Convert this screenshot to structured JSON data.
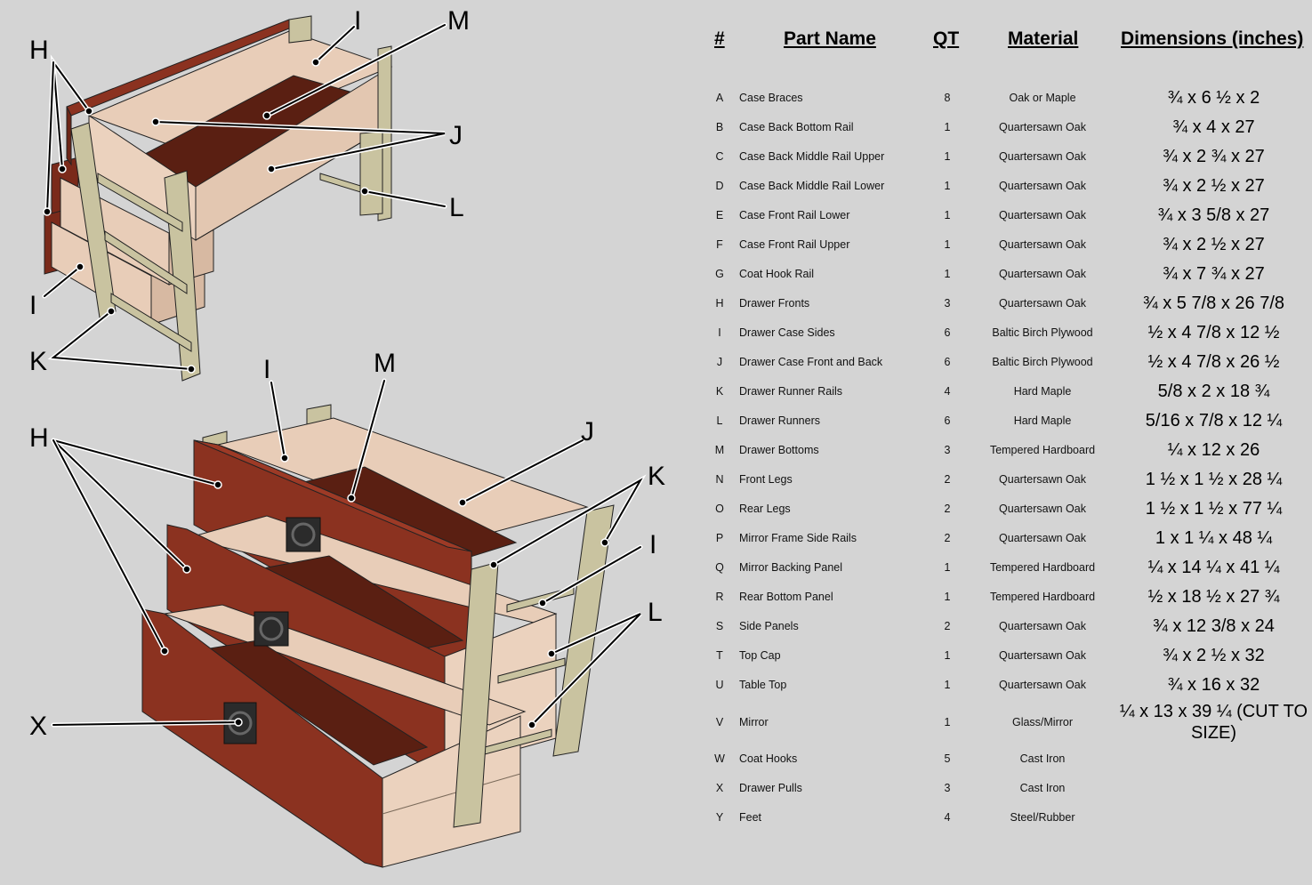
{
  "diagram": {
    "callouts": {
      "top_H": "H",
      "top_I1": "I",
      "top_M": "M",
      "top_J": "J",
      "top_L": "L",
      "top_I2": "I",
      "top_K": "K",
      "bot_H": "H",
      "bot_I1": "I",
      "bot_M": "M",
      "bot_J": "J",
      "bot_K": "K",
      "bot_I2": "I",
      "bot_L": "L",
      "bot_X": "X"
    },
    "colors": {
      "background": "#d4d4d4",
      "drawer_front": "#8b3220",
      "drawer_bottom": "#5a1f12",
      "birch_plywood": "#e8cdb8",
      "maple_rail": "#c9c3a0"
    }
  },
  "table": {
    "headers": {
      "id": "#",
      "name": "Part Name",
      "qt": "QT",
      "material": "Material",
      "dimensions": "Dimensions (inches)"
    },
    "rows": [
      {
        "id": "A",
        "name": "Case Braces",
        "qt": "8",
        "material": "Oak or Maple",
        "dim": "¾ x 6 ½ x 2"
      },
      {
        "id": "B",
        "name": "Case Back Bottom Rail",
        "qt": "1",
        "material": "Quartersawn Oak",
        "dim": "¾ x 4 x 27"
      },
      {
        "id": "C",
        "name": "Case Back Middle Rail Upper",
        "qt": "1",
        "material": "Quartersawn Oak",
        "dim": "¾ x 2 ¾ x 27"
      },
      {
        "id": "D",
        "name": "Case Back Middle Rail Lower",
        "qt": "1",
        "material": "Quartersawn Oak",
        "dim": "¾ x 2 ½ x 27"
      },
      {
        "id": "E",
        "name": "Case Front Rail Lower",
        "qt": "1",
        "material": "Quartersawn Oak",
        "dim": "¾ x 3 5/8 x 27"
      },
      {
        "id": "F",
        "name": "Case Front Rail Upper",
        "qt": "1",
        "material": "Quartersawn Oak",
        "dim": "¾ x 2 ½ x 27"
      },
      {
        "id": "G",
        "name": "Coat Hook Rail",
        "qt": "1",
        "material": "Quartersawn Oak",
        "dim": "¾ x 7 ¾ x 27"
      },
      {
        "id": "H",
        "name": "Drawer Fronts",
        "qt": "3",
        "material": "Quartersawn Oak",
        "dim": "¾ x 5 7/8 x 26 7/8"
      },
      {
        "id": "I",
        "name": "Drawer Case Sides",
        "qt": "6",
        "material": "Baltic Birch Plywood",
        "dim": "½ x 4 7/8 x 12 ½"
      },
      {
        "id": "J",
        "name": "Drawer Case Front and Back",
        "qt": "6",
        "material": "Baltic Birch Plywood",
        "dim": "½ x 4 7/8 x 26 ½"
      },
      {
        "id": "K",
        "name": "Drawer Runner Rails",
        "qt": "4",
        "material": "Hard Maple",
        "dim": "5/8 x 2 x 18 ¾"
      },
      {
        "id": "L",
        "name": "Drawer Runners",
        "qt": "6",
        "material": "Hard Maple",
        "dim": "5/16 x 7/8 x 12 ¼"
      },
      {
        "id": "M",
        "name": "Drawer Bottoms",
        "qt": "3",
        "material": "Tempered Hardboard",
        "dim": "¼ x 12 x 26"
      },
      {
        "id": "N",
        "name": "Front Legs",
        "qt": "2",
        "material": "Quartersawn Oak",
        "dim": "1 ½ x 1 ½ x 28 ¼"
      },
      {
        "id": "O",
        "name": "Rear Legs",
        "qt": "2",
        "material": "Quartersawn Oak",
        "dim": "1 ½ x 1 ½ x 77 ¼"
      },
      {
        "id": "P",
        "name": "Mirror Frame Side Rails",
        "qt": "2",
        "material": "Quartersawn Oak",
        "dim": "1 x 1 ¼ x 48 ¼"
      },
      {
        "id": "Q",
        "name": "Mirror Backing Panel",
        "qt": "1",
        "material": "Tempered Hardboard",
        "dim": "¼ x 14 ¼ x 41 ¼"
      },
      {
        "id": "R",
        "name": "Rear Bottom Panel",
        "qt": "1",
        "material": "Tempered Hardboard",
        "dim": "½ x 18 ½ x 27 ¾"
      },
      {
        "id": "S",
        "name": "Side Panels",
        "qt": "2",
        "material": "Quartersawn Oak",
        "dim": "¾ x 12 3/8 x 24"
      },
      {
        "id": "T",
        "name": "Top Cap",
        "qt": "1",
        "material": "Quartersawn Oak",
        "dim": "¾ x 2 ½ x 32"
      },
      {
        "id": "U",
        "name": "Table Top",
        "qt": "1",
        "material": "Quartersawn Oak",
        "dim": "¾ x 16 x 32"
      },
      {
        "id": "V",
        "name": "Mirror",
        "qt": "1",
        "material": "Glass/Mirror",
        "dim": "¼ x 13 x 39 ¼ (CUT TO SIZE)"
      },
      {
        "id": "W",
        "name": "Coat Hooks",
        "qt": "5",
        "material": "Cast Iron",
        "dim": ""
      },
      {
        "id": "X",
        "name": "Drawer Pulls",
        "qt": "3",
        "material": "Cast Iron",
        "dim": ""
      },
      {
        "id": "Y",
        "name": "Feet",
        "qt": "4",
        "material": "Steel/Rubber",
        "dim": ""
      }
    ]
  }
}
